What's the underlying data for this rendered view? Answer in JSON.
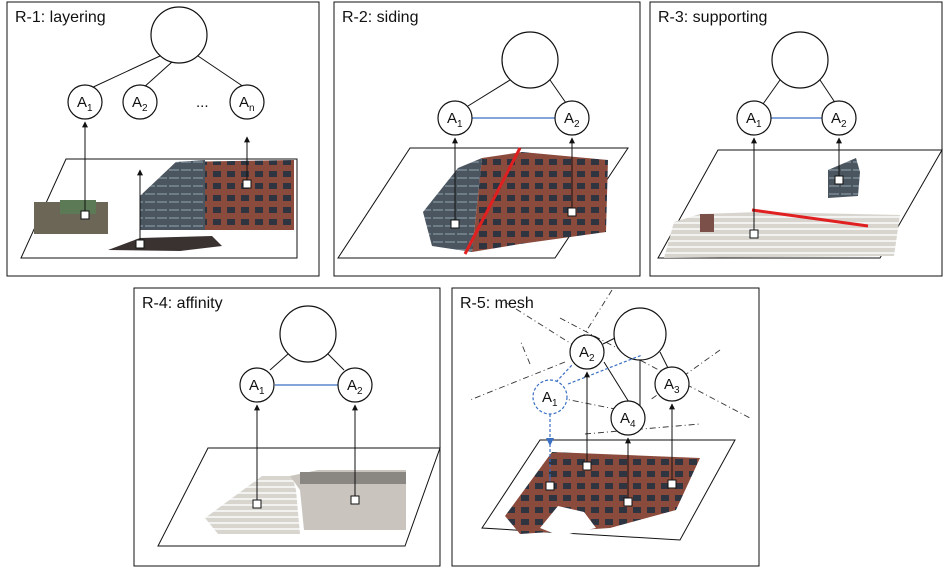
{
  "panels": [
    {
      "id": "r1",
      "title": "R-1: layering",
      "ellipsis": "...",
      "nodes": [
        {
          "base": "A",
          "sub": "1"
        },
        {
          "base": "A",
          "sub": "2"
        },
        {
          "base": "A",
          "sub": "n"
        }
      ]
    },
    {
      "id": "r2",
      "title": "R-2: siding",
      "nodes": [
        {
          "base": "A",
          "sub": "1"
        },
        {
          "base": "A",
          "sub": "2"
        }
      ]
    },
    {
      "id": "r3",
      "title": "R-3: supporting",
      "nodes": [
        {
          "base": "A",
          "sub": "1"
        },
        {
          "base": "A",
          "sub": "2"
        }
      ]
    },
    {
      "id": "r4",
      "title": "R-4: affinity",
      "nodes": [
        {
          "base": "A",
          "sub": "1"
        },
        {
          "base": "A",
          "sub": "2"
        }
      ]
    },
    {
      "id": "r5",
      "title": "R-5: mesh",
      "nodes": [
        {
          "base": "A",
          "sub": "1"
        },
        {
          "base": "A",
          "sub": "2"
        },
        {
          "base": "A",
          "sub": "3"
        },
        {
          "base": "A",
          "sub": "4"
        }
      ]
    }
  ],
  "colors": {
    "relation_line": "#3a6fc4",
    "boundary_line": "#e02020",
    "node_stroke": "#111111",
    "brick": "#8a4a3c",
    "glass": "#4a5560",
    "pavement": "#c9c5be"
  }
}
